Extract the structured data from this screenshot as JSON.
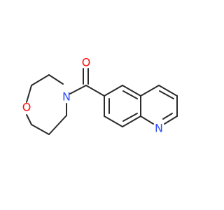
{
  "molecule": {
    "atoms": [
      {
        "id": "O_carbonyl",
        "label": "O",
        "color": "#ff0d0d"
      },
      {
        "id": "N_amide",
        "label": "N",
        "color": "#3050f8"
      },
      {
        "id": "O_ring",
        "label": "O",
        "color": "#ff0d0d"
      },
      {
        "id": "N_ring",
        "label": "N",
        "color": "#3050f8"
      }
    ],
    "bond_color": "#2b2b2b"
  }
}
